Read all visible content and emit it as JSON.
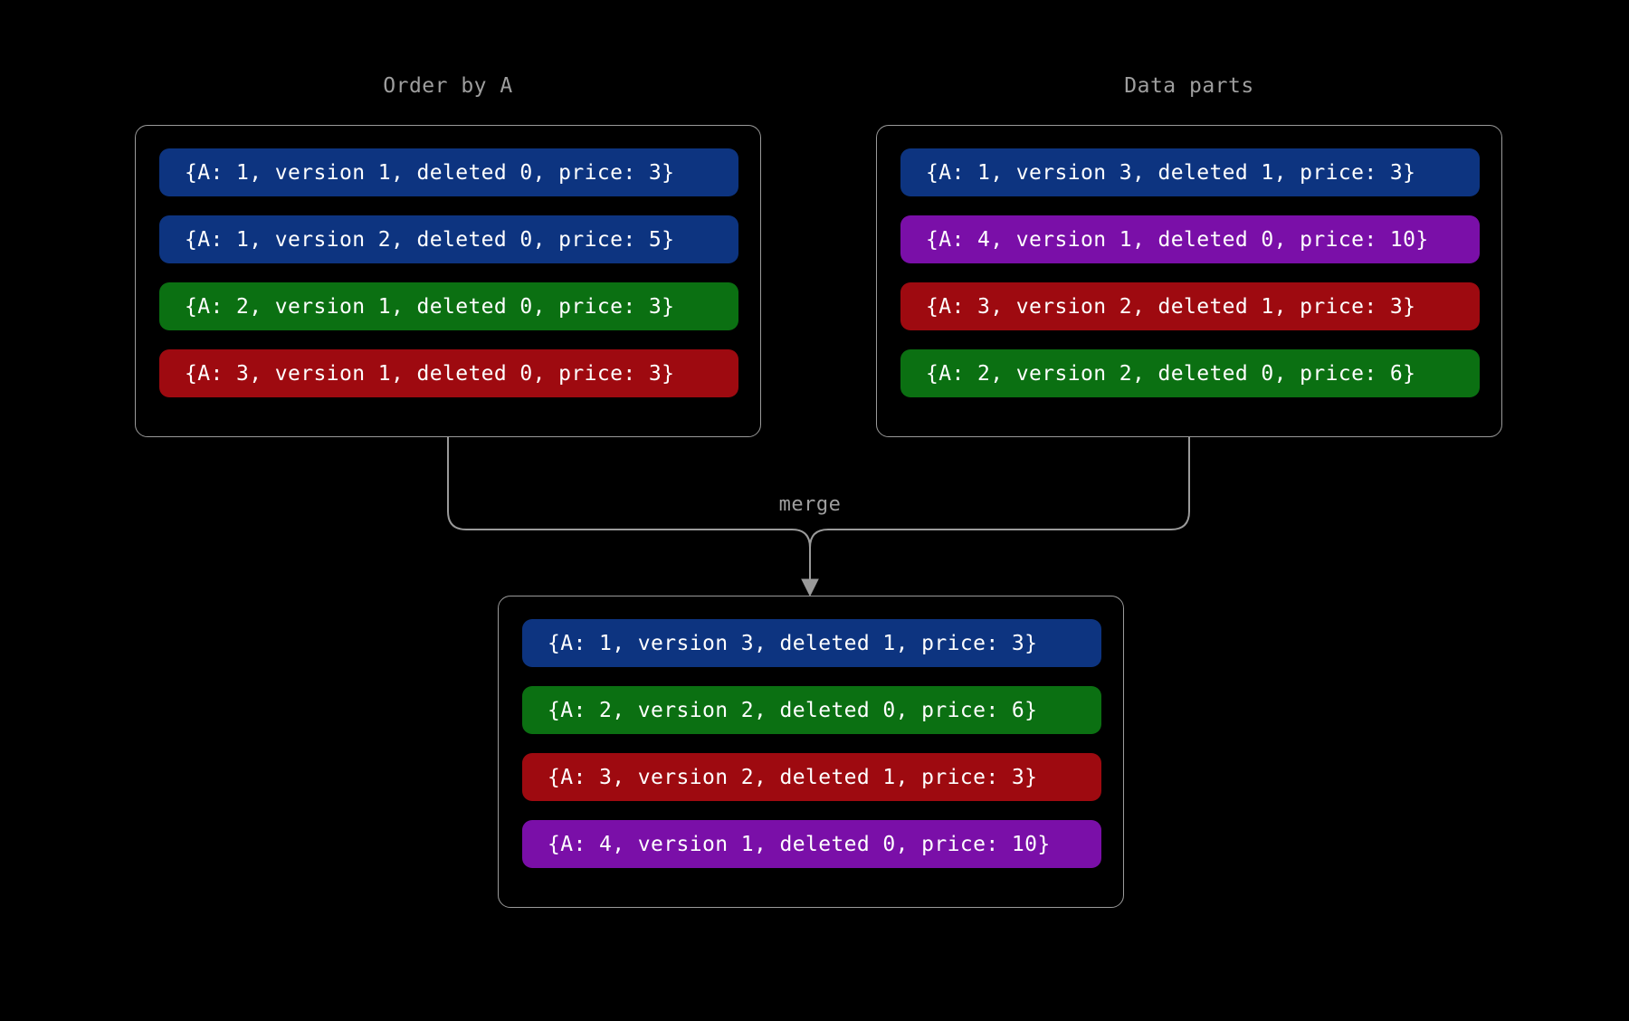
{
  "background_color": "#000000",
  "colors": {
    "blue": "#0d3480",
    "green": "#0b7012",
    "red": "#9e0a10",
    "purple": "#7a0fa8",
    "border": "#9a9a9a",
    "label_text": "#9e9e9e",
    "row_text": "#ffffff"
  },
  "panels": {
    "order_by_a": {
      "title": "Order by A",
      "rows": [
        {
          "text": "{A: 1, version 1, deleted 0, price: 3}",
          "color": "blue",
          "key": 1,
          "version": 1,
          "deleted": 0,
          "price": 3
        },
        {
          "text": "{A: 1, version 2, deleted 0, price: 5}",
          "color": "blue",
          "key": 1,
          "version": 2,
          "deleted": 0,
          "price": 5
        },
        {
          "text": "{A: 2, version 1, deleted 0, price: 3}",
          "color": "green",
          "key": 2,
          "version": 1,
          "deleted": 0,
          "price": 3
        },
        {
          "text": "{A: 3, version 1, deleted 0, price: 3}",
          "color": "red",
          "key": 3,
          "version": 1,
          "deleted": 0,
          "price": 3
        }
      ]
    },
    "data_parts": {
      "title": "Data parts",
      "rows": [
        {
          "text": "{A: 1, version 3, deleted 1, price: 3}",
          "color": "blue",
          "key": 1,
          "version": 3,
          "deleted": 1,
          "price": 3
        },
        {
          "text": "{A: 4, version 1, deleted 0, price: 10}",
          "color": "purple",
          "key": 4,
          "version": 1,
          "deleted": 0,
          "price": 10
        },
        {
          "text": "{A: 3, version 2, deleted 1, price: 3}",
          "color": "red",
          "key": 3,
          "version": 2,
          "deleted": 1,
          "price": 3
        },
        {
          "text": "{A: 2, version 2, deleted 0, price: 6}",
          "color": "green",
          "key": 2,
          "version": 2,
          "deleted": 0,
          "price": 6
        }
      ]
    },
    "merged": {
      "rows": [
        {
          "text": "{A: 1, version 3, deleted 1, price: 3}",
          "color": "blue",
          "key": 1,
          "version": 3,
          "deleted": 1,
          "price": 3
        },
        {
          "text": "{A: 2, version 2, deleted 0, price: 6}",
          "color": "green",
          "key": 2,
          "version": 2,
          "deleted": 0,
          "price": 6
        },
        {
          "text": "{A: 3, version 2, deleted 1, price: 3}",
          "color": "red",
          "key": 3,
          "version": 2,
          "deleted": 1,
          "price": 3
        },
        {
          "text": "{A: 4, version 1, deleted 0, price: 10}",
          "color": "purple",
          "key": 4,
          "version": 1,
          "deleted": 0,
          "price": 10
        }
      ]
    }
  },
  "connector": {
    "label": "merge"
  }
}
